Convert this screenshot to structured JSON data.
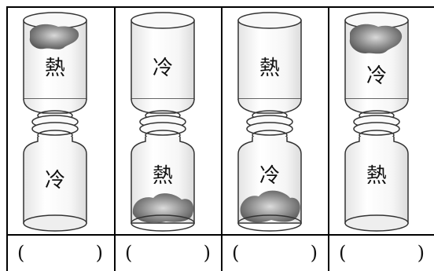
{
  "columns": [
    {
      "top_label": "熱",
      "bottom_label": "冷",
      "gas_in": "top"
    },
    {
      "top_label": "冷",
      "bottom_label": "熱",
      "gas_in": "bottom"
    },
    {
      "top_label": "熱",
      "bottom_label": "冷",
      "gas_in": "bottom"
    },
    {
      "top_label": "冷",
      "bottom_label": "熱",
      "gas_in": "top"
    }
  ],
  "answer_row": {
    "open_paren": "(",
    "close_paren": ")",
    "answers": [
      "",
      "",
      "",
      ""
    ]
  }
}
